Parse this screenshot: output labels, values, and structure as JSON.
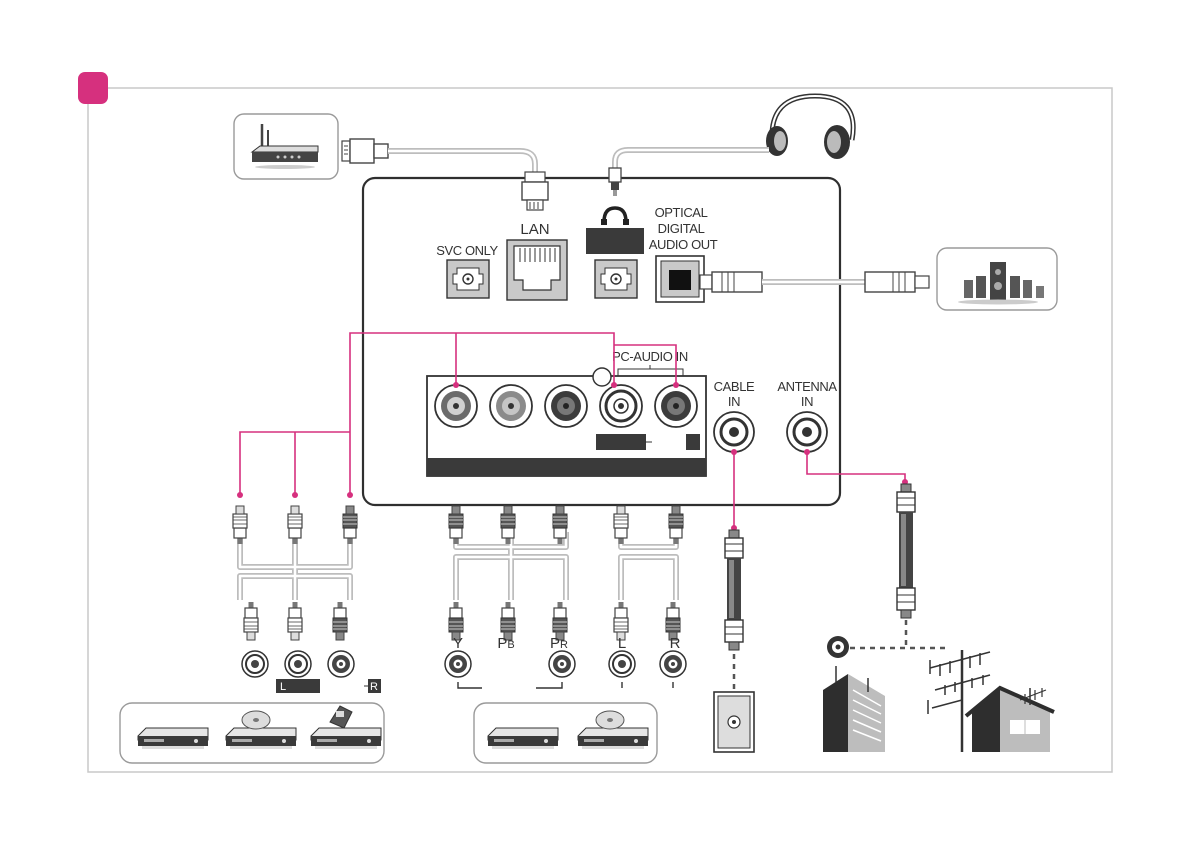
{
  "colors": {
    "accent": "#d6307e",
    "panel_stroke": "#333333",
    "jack_dark": "#4a4a4a",
    "frame": "#c8c8c8"
  },
  "panel": {
    "svc_label": "SVC ONLY",
    "lan_label": "LAN",
    "optical_label_1": "OPTICAL",
    "optical_label_2": "DIGITAL",
    "optical_label_3": "AUDIO OUT",
    "pc_audio_label": "PC-AUDIO IN",
    "cable_label_1": "CABLE",
    "cable_label_2": "IN",
    "antenna_label_1": "ANTENNA",
    "antenna_label_2": "IN"
  },
  "component": {
    "y": "Y",
    "pb_main": "P",
    "pb_sub": "B",
    "pr_main": "P",
    "pr_sub": "R",
    "l": "L",
    "r": "R"
  },
  "composite": {
    "left_tag": "L",
    "right_tag": "R"
  },
  "icons": [
    "router-icon",
    "headphones-icon",
    "speaker-system-icon",
    "dvd-player-icon",
    "disc-player-icon",
    "game-console-icon",
    "wall-outlet-icon",
    "satellite-dish-icon",
    "antenna-icon",
    "house-icon",
    "building-icon"
  ]
}
